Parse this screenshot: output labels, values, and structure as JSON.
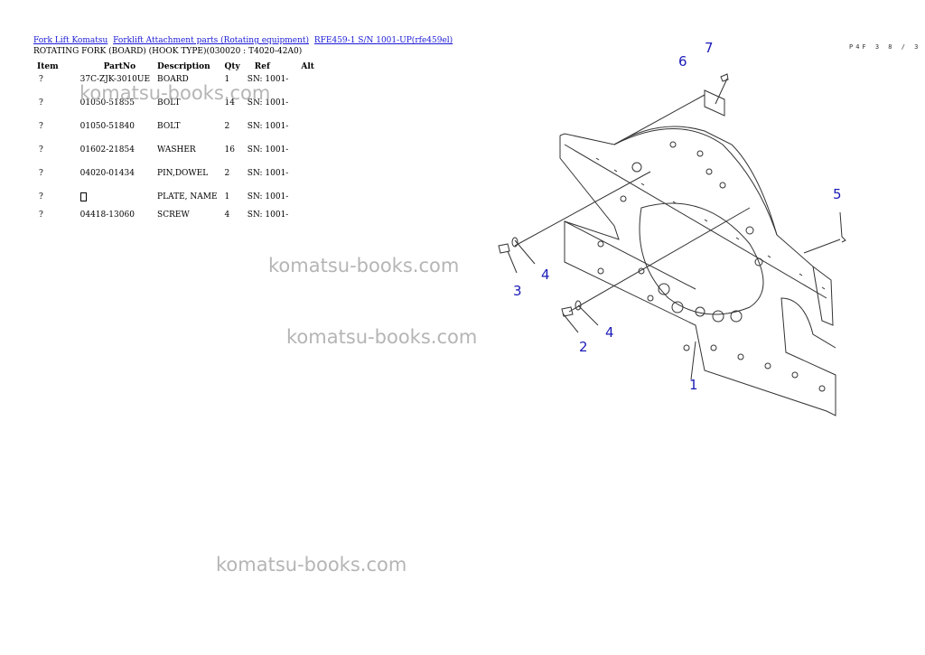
{
  "breadcrumb": [
    {
      "label": "Fork Lift Komatsu"
    },
    {
      "label": "Forklift Attachment parts (Rotating equipment)"
    },
    {
      "label": "RFE459-1 S/N 1001-UP(rfe459el)"
    }
  ],
  "page_title": "ROTATING FORK (BOARD) (HOOK TYPE)(030020 : T4020-42A0)",
  "page_ref": "P4F 3 8 / 3",
  "table": {
    "headers": [
      "Item",
      "PartNo",
      "Description",
      "Qty",
      "Ref",
      "Alt"
    ],
    "rows": [
      {
        "item": "?",
        "partno": "37C-ZJK-3010UE",
        "desc": "BOARD",
        "qty": "1",
        "ref": "SN: 1001-",
        "alt": ""
      },
      {
        "item": "?",
        "partno": "01050-51855",
        "desc": "BOLT",
        "qty": "14",
        "ref": "SN: 1001-",
        "alt": ""
      },
      {
        "item": "?",
        "partno": "01050-51840",
        "desc": "BOLT",
        "qty": "2",
        "ref": "SN: 1001-",
        "alt": ""
      },
      {
        "item": "?",
        "partno": "01602-21854",
        "desc": "WASHER",
        "qty": "16",
        "ref": "SN: 1001-",
        "alt": ""
      },
      {
        "item": "?",
        "partno": "04020-01434",
        "desc": "PIN,DOWEL",
        "qty": "2",
        "ref": "SN: 1001-",
        "alt": ""
      },
      {
        "item": "?",
        "partno": "",
        "desc": "PLATE, NAME",
        "qty": "1",
        "ref": "SN: 1001-",
        "alt": ""
      },
      {
        "item": "?",
        "partno": "04418-13060",
        "desc": "SCREW",
        "qty": "4",
        "ref": "SN: 1001-",
        "alt": ""
      }
    ]
  },
  "watermark_text": "komatsu-books.com",
  "callouts": [
    "1",
    "2",
    "3",
    "4",
    "4",
    "5",
    "6",
    "7"
  ],
  "colors": {
    "link": "#1a1ad6",
    "callout": "#1a1ab8",
    "watermark": "#b5b5b5"
  }
}
